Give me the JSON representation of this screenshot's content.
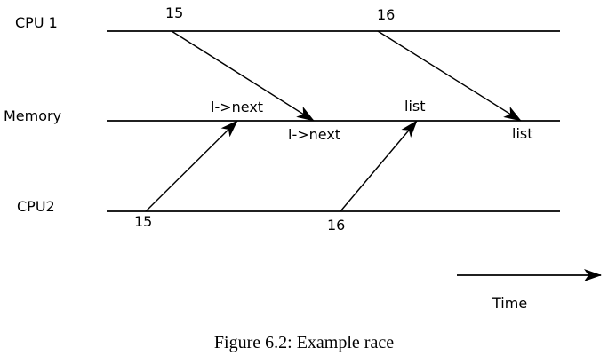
{
  "diagram": {
    "lanes": {
      "cpu1": "CPU 1",
      "memory": "Memory",
      "cpu2": "CPU2"
    },
    "labels": {
      "cpu1_t15": "15",
      "cpu1_t16": "16",
      "mem_lnext_top": "l->next",
      "mem_lnext_bottom": "l->next",
      "mem_list_top": "list",
      "mem_list_bottom": "list",
      "cpu2_t15": "15",
      "cpu2_t16": "16"
    },
    "time_label": "Time",
    "caption": "Figure 6.2: Example race"
  }
}
